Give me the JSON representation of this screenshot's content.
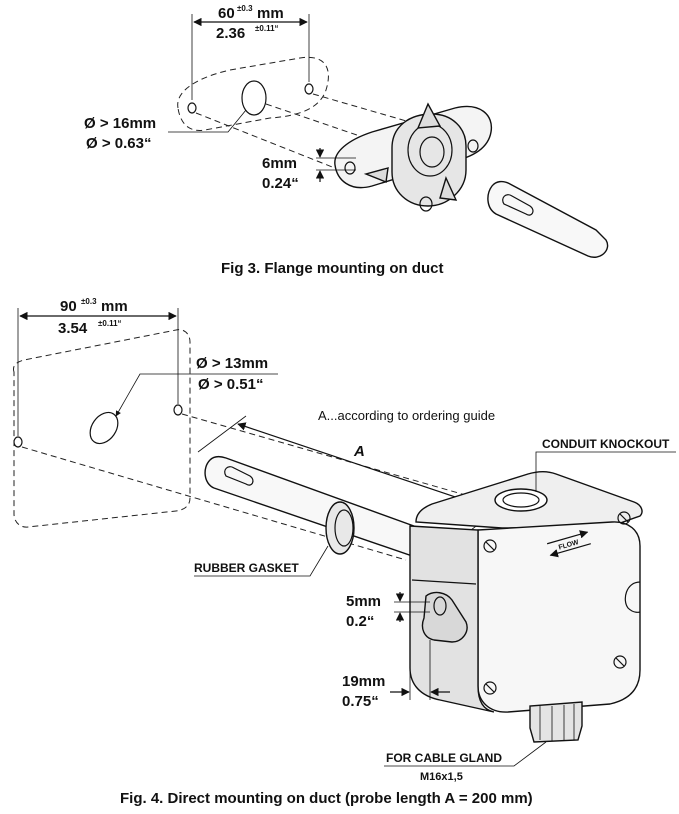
{
  "fig3": {
    "caption": "Fig 3. Flange mounting on duct",
    "spacing_mm": "60",
    "spacing_tol_mm": "±0.3",
    "spacing_unit": "mm",
    "spacing_in": "2.36",
    "spacing_tol_in": "±0.11“",
    "hole_mm": "Ø > 16mm",
    "hole_in": "Ø > 0.63“",
    "thickness_mm": "6mm",
    "thickness_in": "0.24“"
  },
  "fig4": {
    "caption": "Fig. 4. Direct mounting on duct (probe length A = 200 mm)",
    "spacing_mm": "90",
    "spacing_tol_mm": "±0.3",
    "spacing_unit": "mm",
    "spacing_in": "3.54",
    "spacing_tol_in": "±0.11“",
    "hole_mm": "Ø > 13mm",
    "hole_in": "Ø > 0.51“",
    "ordering_note": "A...according to ordering guide",
    "length_symbol": "A",
    "conduit_label": "CONDUIT KNOCKOUT",
    "gasket_label": "RUBBER GASKET",
    "gap_mm": "5mm",
    "gap_in": "0.2“",
    "depth_mm": "19mm",
    "depth_in": "0.75“",
    "gland_label": "FOR CABLE GLAND",
    "gland_size": "M16x1,5",
    "flow_mark": "FLOW"
  }
}
